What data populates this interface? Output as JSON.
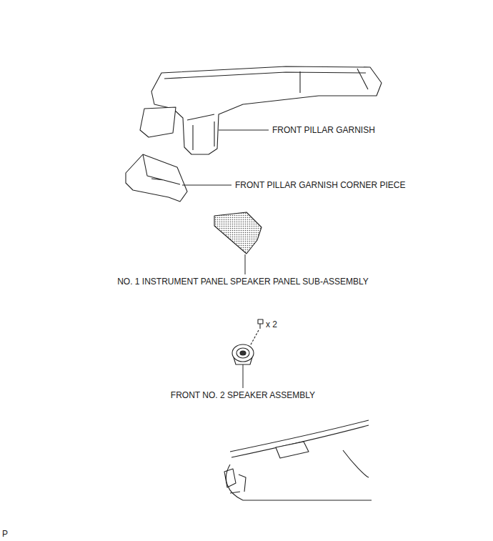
{
  "diagram": {
    "labels": [
      "FRONT PILLAR GARNISH",
      "FRONT PILLAR GARNISH CORNER PIECE",
      "NO. 1 INSTRUMENT PANEL SPEAKER PANEL SUB-ASSEMBLY",
      "x 2",
      "FRONT NO. 2 SPEAKER ASSEMBLY",
      "P"
    ]
  }
}
